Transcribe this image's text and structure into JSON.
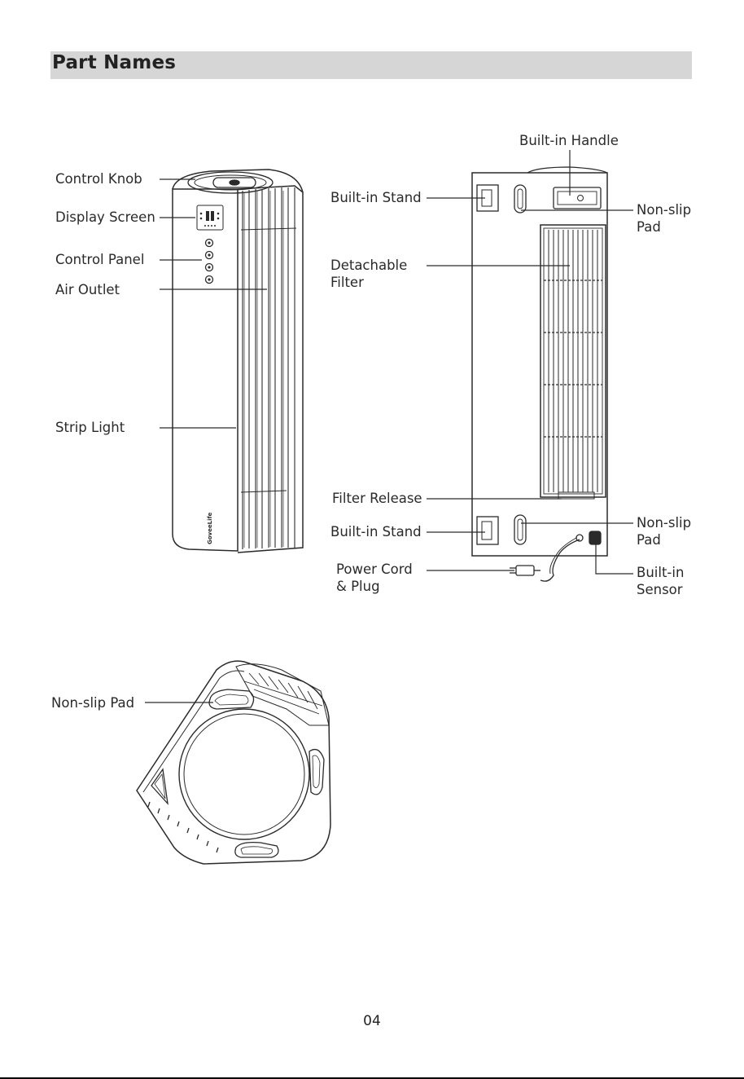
{
  "header": {
    "title": "Part Names"
  },
  "front_view": {
    "labels": {
      "control_knob": "Control Knob",
      "display_screen": "Display Screen",
      "control_panel": "Control Panel",
      "air_outlet": "Air Outlet",
      "strip_light": "Strip Light"
    },
    "logo_text": "GoveeLife"
  },
  "back_view": {
    "labels": {
      "builtin_handle": "Built-in Handle",
      "builtin_stand_top": "Built-in Stand",
      "nonslip_pad_top": "Non-slip\nPad",
      "detachable_filter": "Detachable\nFilter",
      "filter_release": "Filter Release",
      "builtin_stand_bottom": "Built-in Stand",
      "nonslip_pad_bottom": "Non-slip\nPad",
      "power_cord": "Power Cord\n& Plug",
      "builtin_sensor": "Built-in\nSensor"
    }
  },
  "bottom_view": {
    "labels": {
      "nonslip_pad": "Non-slip Pad"
    }
  },
  "footer": {
    "page_number": "04"
  },
  "colors": {
    "header_bg": "#d6d6d6",
    "line": "#2a2a2a"
  }
}
